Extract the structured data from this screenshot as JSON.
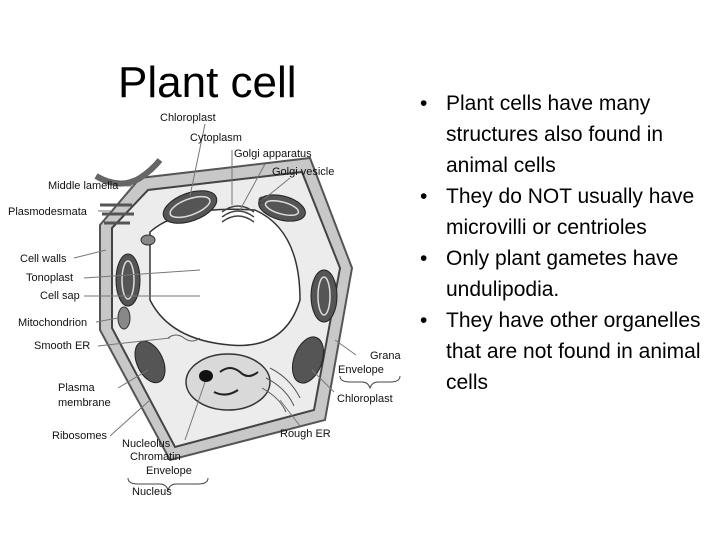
{
  "title": "Plant cell",
  "labels": {
    "chloroplast_top": "Chloroplast",
    "cytoplasm": "Cytoplasm",
    "golgi_apparatus": "Golgi apparatus",
    "golgi_vesicle": "Golgi vesicle",
    "middle_lamella": "Middle lamella",
    "plasmodesmata": "Plasmodesmata",
    "cell_walls": "Cell walls",
    "tonoplast": "Tonoplast",
    "cell_sap": "Cell sap",
    "mitochondrion": "Mitochondrion",
    "smooth_er": "Smooth ER",
    "grana": "Grana",
    "envelope_right": "Envelope",
    "plasma": "Plasma",
    "membrane": "membrane",
    "chloroplast_right": "Chloroplast",
    "ribosomes": "Ribosomes",
    "rough_er": "Rough ER",
    "nucleolus": "Nucleolus",
    "chromatin": "Chromatin",
    "envelope_bottom": "Envelope",
    "nucleus": "Nucleus"
  },
  "bullets": [
    "Plant cells have many structures also found in animal cells",
    "They do NOT usually have microvilli or centrioles",
    "Only plant gametes have undulipodia.",
    "They have other organelles that are not found in animal cells"
  ]
}
